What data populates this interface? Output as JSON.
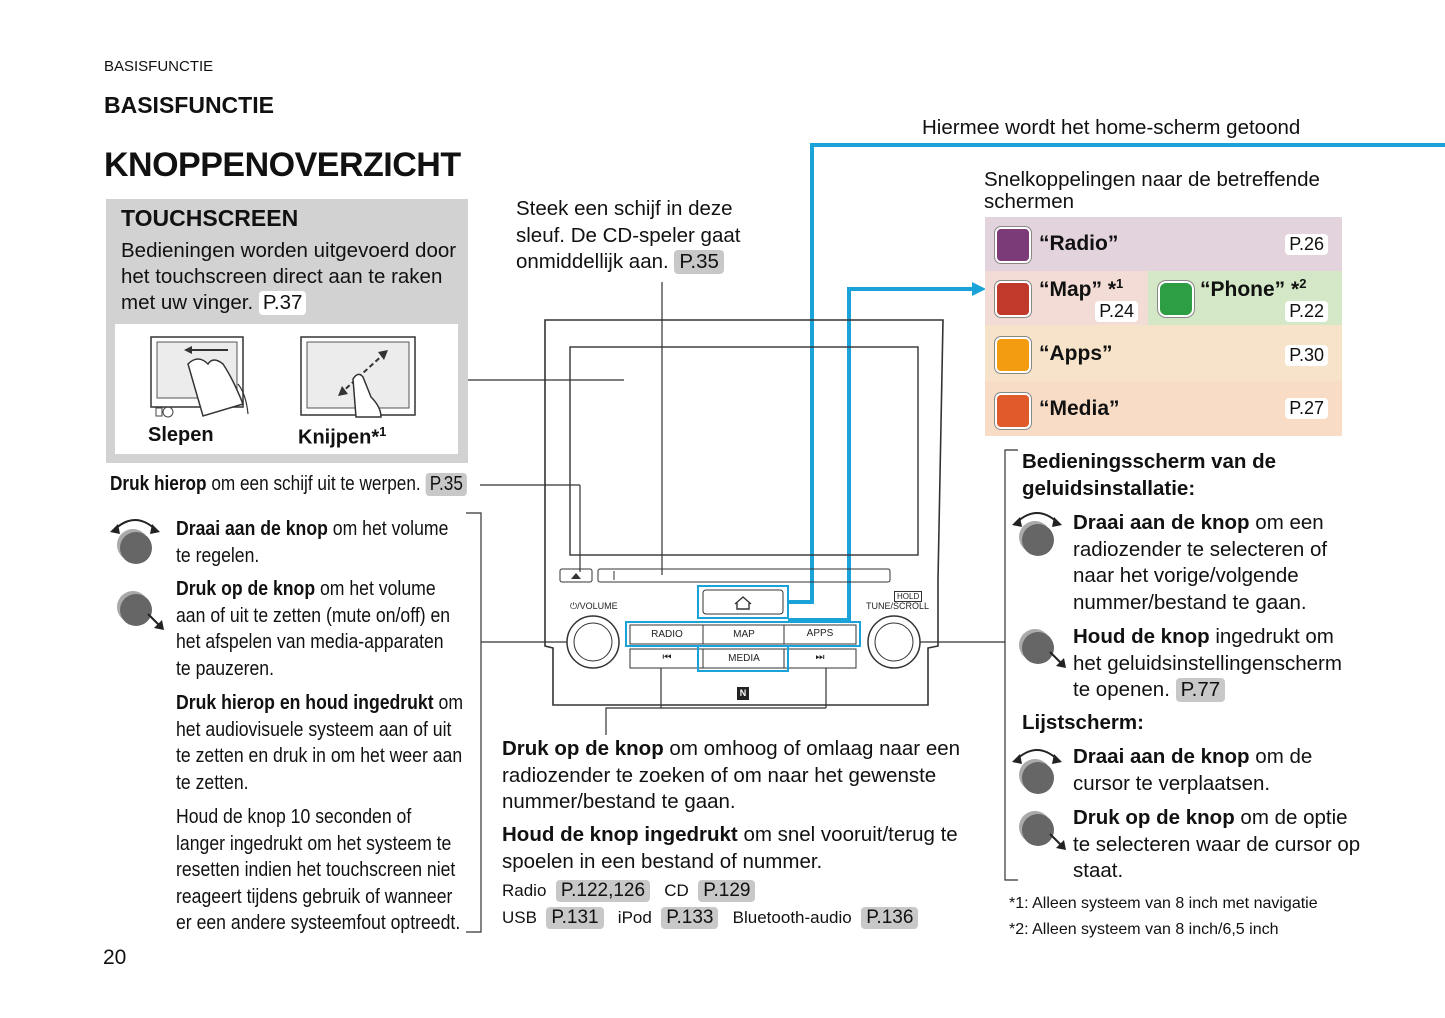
{
  "header": {
    "section_small": "BASISFUNCTIE",
    "section_bold": "BASISFUNCTIE",
    "title": "KNOPPENOVERZICHT"
  },
  "touchscreen": {
    "title": "TOUCHSCREEN",
    "text": "Bedieningen worden uitgevoerd door het touchscreen direct aan te raken met uw vinger.",
    "ref": "P.37",
    "gesture1": "Slepen",
    "gesture2": "Knijpen*",
    "gesture2_sup": "1"
  },
  "disc_slot": {
    "text": "Steek een schijf in deze sleuf. De CD-speler gaat onmiddellijk aan.",
    "ref": "P.35"
  },
  "eject": {
    "bold": "Druk hierop",
    "text": " om een schijf uit te werpen.",
    "ref": "P.35"
  },
  "volume": {
    "turn_bold": "Draai aan de knop",
    "turn_text": " om het volume te regelen.",
    "press_bold": "Druk op de knop",
    "press_text": " om het volume aan of uit te zetten (mute on/off) en het afspelen van media-apparaten te pauzeren.",
    "hold_bold": "Druk hierop en houd ingedrukt",
    "hold_text": " om het audiovisuele systeem aan of uit te zetten en druk in om het weer aan te zetten.",
    "reset_text": "Houd de knop 10 seconden of langer ingedrukt om het systeem te resetten indien het touchscreen niet reageert tijdens gebruik of wanneer er een andere systeemfout optreedt."
  },
  "home_note": "Hiermee wordt het home-scherm getoond",
  "shortcuts": {
    "intro": "Snelkoppelingen naar de betreffende schermen",
    "radio": {
      "label": "“Radio”",
      "ref": "P.26"
    },
    "map": {
      "label": "“Map” *",
      "sup": "1",
      "ref": "P.24"
    },
    "phone": {
      "label": "“Phone” *",
      "sup": "2",
      "ref": "P.22"
    },
    "apps": {
      "label": "“Apps”",
      "ref": "P.30"
    },
    "media": {
      "label": "“Media”",
      "ref": "P.27"
    }
  },
  "panel": {
    "volume_label": "⏻/VOLUME",
    "tune_label": "TUNE/SCROLL",
    "hold_label": "HOLD",
    "radio": "RADIO",
    "map": "MAP",
    "apps": "APPS",
    "media": "MEDIA",
    "prev": "⏮",
    "next": "⏭",
    "nfc": "N"
  },
  "seek": {
    "press_bold": "Druk op de knop",
    "press_text": " om omhoog of omlaag naar een radiozender te zoeken of om naar het gewenste nummer/bestand te gaan.",
    "hold_bold": "Houd de knop ingedrukt",
    "hold_text": " om snel vooruit/terug te spoelen in een bestand of nummer.",
    "refs": {
      "radio": "Radio",
      "radio_ref": "P.122,126",
      "cd": "CD",
      "cd_ref": "P.129",
      "usb": "USB",
      "usb_ref": "P.131",
      "ipod": "iPod",
      "ipod_ref": "P.133",
      "bt": "Bluetooth-audio",
      "bt_ref": "P.136"
    }
  },
  "tune": {
    "heading": "Bedieningsscherm van de geluidsinstallatie:",
    "turn_bold": "Draai aan de knop",
    "turn_text": " om een radiozender te selecteren of naar het vorige/volgende nummer/bestand te gaan.",
    "hold_bold": "Houd de knop",
    "hold_text": " ingedrukt om het geluidsinstellingenscherm te openen.",
    "hold_ref": "P.77",
    "list_heading": "Lijstscherm:",
    "list_turn_bold": "Draai aan de knop",
    "list_turn_text": " om de cursor te verplaatsen.",
    "list_press_bold": "Druk op de knop",
    "list_press_text": " om de optie te selecteren waar de cursor op staat."
  },
  "footnotes": {
    "n1": "*1: Alleen systeem van 8 inch met navigatie",
    "n2": "*2: Alleen systeem van 8 inch/6,5 inch"
  },
  "page_number": "20",
  "colors": {
    "accent": "#1aa3d9",
    "gray_box": "#d2d2d2",
    "ref_pill": "#c8c8c8",
    "radio_bg": "#e3d3dd",
    "map_bg": "#f2dcd5",
    "phone_bg": "#d4e8c8",
    "apps_bg": "#f6e3c9",
    "media_bg": "#f8dcc6"
  }
}
